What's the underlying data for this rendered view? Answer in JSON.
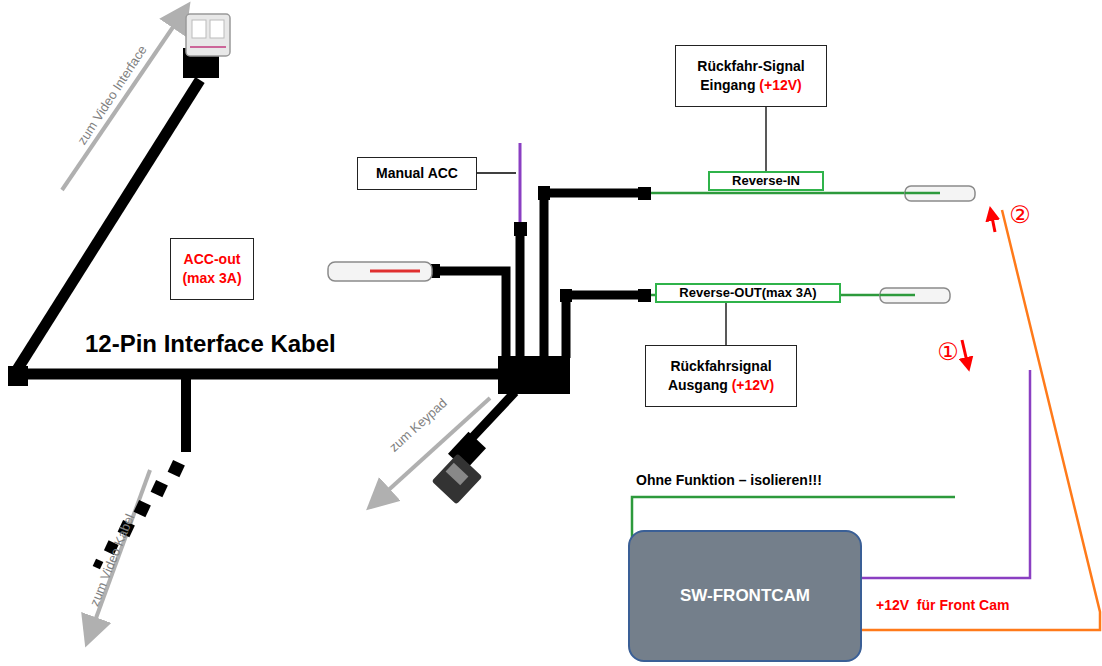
{
  "diagram": {
    "nodes": [
      {
        "text": [
          "Rückfahr-Signal Eingang",
          "(+12V)"
        ]
      },
      {
        "text": [
          "Manual ACC"
        ]
      },
      {
        "text": [
          "Reverse-IN"
        ]
      },
      {
        "text": [
          "ACC-out (max 3A)"
        ]
      },
      {
        "text": [
          "Reverse-OUT(max 3A)"
        ]
      },
      {
        "text": [
          "Rückfahrsignal Ausgang",
          "(+12V)"
        ]
      },
      {
        "text": [
          "SW-FRONTCAM"
        ]
      }
    ],
    "edges": [
      {
        "from": 0,
        "to": 2,
        "arrow": "none"
      },
      {
        "from": 5,
        "to": 4,
        "arrow": "none"
      }
    ],
    "labels": [
      "zum Video Interface",
      "12-Pin Interface Kabel",
      "zum Video Kabel",
      "zum Keypad",
      "①",
      "②",
      "Ohne Funktion – isolieren!!!",
      "+12V  für Front Cam"
    ]
  }
}
